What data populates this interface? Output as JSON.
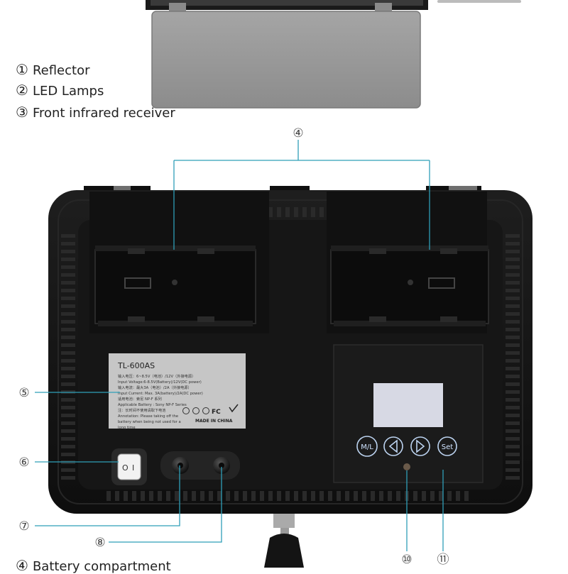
{
  "legend_top": [
    {
      "num": "①",
      "text": "Reflector"
    },
    {
      "num": "②",
      "text": "LED Lamps"
    },
    {
      "num": "③",
      "text": "Front infrared receiver"
    }
  ],
  "legend_bottom": [
    {
      "num": "④",
      "text": "Battery compartment"
    }
  ],
  "callouts": {
    "c4": "④",
    "c5": "⑤",
    "c6": "⑥",
    "c7": "⑦",
    "c8": "⑧",
    "c10": "⑩",
    "c11": "⑪"
  },
  "label": {
    "model": "TL-600AS",
    "line1": "输入电压：6~8.5V（电池）/12V（外接电源）",
    "line2": "Input Voltage:6-8.5V(Battery)/12V(DC power)",
    "line3": "输入电流：最大3A（电池）/2A（外接电源）",
    "line4": "Input Current: Max. 3A(battery)/2A(DC power)",
    "line5": "适用电池：索尼 NP-F 系列",
    "line6": "Applicable Battery : Sony NP-F Series",
    "line7": "注：长时间不使用请取下电池",
    "line8": "Annotation: Please taking off the",
    "line9": "battery when being not used for a",
    "line10": "long time",
    "fc": "FC",
    "made": "MADE IN CHINA"
  },
  "buttons": {
    "ml": "M/L",
    "set": "Set"
  },
  "switch": {
    "off": "O",
    "on": "I"
  },
  "colors": {
    "body": "#141414",
    "panel": "#1b1b1b",
    "label_bg": "#c9c9c9",
    "lcd": "#d7d9e4",
    "line": "#2f9fb8",
    "reflector": "#9a9a9a"
  }
}
